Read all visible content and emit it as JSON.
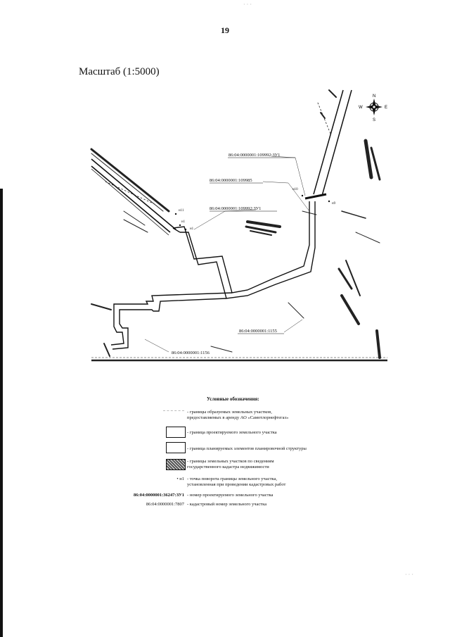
{
  "page": {
    "number": "19",
    "scale_label": "Масштаб (1:5000)"
  },
  "map": {
    "labels": {
      "parcel_top": "86:04:0000001:109992:ЗУ1",
      "parcel_mid": "86:04:0000001:109985",
      "parcel_left": "86:04:0000001:109992:ЗУ1",
      "parcel_bottom_right": "86:04:0000001:1155",
      "parcel_bottom_left": "86:04:0000001:1156"
    },
    "points": {
      "n10": "н10",
      "n1": "н1",
      "n1b": "н1",
      "n11": "н11",
      "n9": "н9"
    },
    "compass": {
      "n": "N",
      "s": "S",
      "w": "W",
      "e": "E"
    }
  },
  "legend": {
    "title": "Условные обозначения:",
    "items": [
      {
        "symbol": "dashed-line-icon",
        "text": [
          "- границы образуемых земельных участков,",
          "предоставляемых в аренду АО «Самотлорнефтегаз»"
        ]
      },
      {
        "symbol": "box-icon",
        "text": [
          "- граница проектируемого земельного участка"
        ]
      },
      {
        "symbol": "box-icon",
        "text": [
          "- граница планируемых элементов планировочной структуры"
        ]
      },
      {
        "symbol": "hatched-box-icon",
        "text": [
          "- границы земельных участков по сведениям",
          "государственного кадастра недвижимости"
        ]
      },
      {
        "symbol": "• н1",
        "text": [
          "- точка поворота границы земельного участка,",
          "установленная при проведении кадастровых работ"
        ]
      },
      {
        "symbol": "86:04:0000001:36247:ЗУ1",
        "text": [
          "- номер проектируемого земельного участка"
        ]
      },
      {
        "symbol": "86:04:0000001:7807",
        "text": [
          "- кадастровый номер земельного участка"
        ]
      }
    ]
  }
}
